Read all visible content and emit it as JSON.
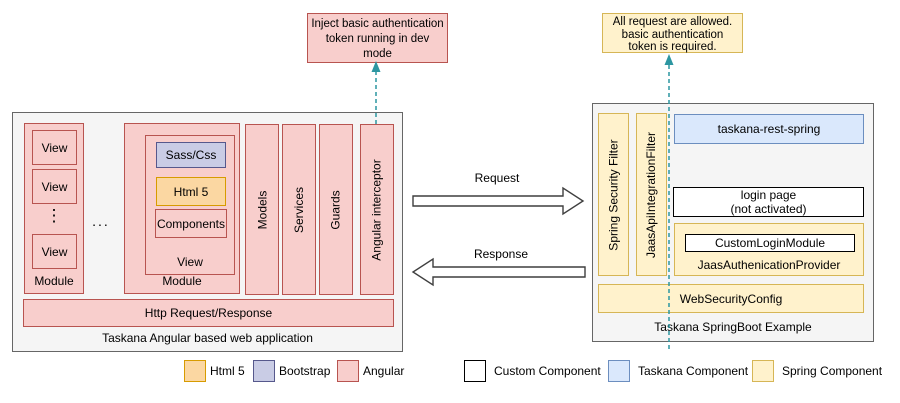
{
  "colors": {
    "angular_fill": "#f8cecc",
    "angular_stroke": "#b85450",
    "html5_fill": "#fbd7a2",
    "html5_stroke": "#d79b00",
    "bootstrap_fill": "#c9cce5",
    "bootstrap_stroke": "#56588c",
    "spring_fill": "#fff2cc",
    "spring_stroke": "#d6b656",
    "taskana_fill": "#dae8fc",
    "taskana_stroke": "#6c8ebf",
    "container_fill": "#f5f5f5",
    "container_stroke": "#666666",
    "dashed_arrow": "#2c96a1"
  },
  "callouts": {
    "dev_token": {
      "lines": [
        "Inject basic authentication",
        "token running in dev",
        "mode"
      ]
    },
    "auth_required": {
      "lines": [
        "All request are allowed.",
        "basic authentication",
        "token is required."
      ]
    }
  },
  "arrows": {
    "request": "Request",
    "response": "Response"
  },
  "angular_app": {
    "title": "Taskana Angular based web application",
    "http_bar": "Http Request/Response",
    "module_list": {
      "label": "Module",
      "views": [
        "View",
        "View",
        "View"
      ],
      "vertical_ellipsis": "⋮"
    },
    "modules_ellipsis": "...",
    "module_detail": {
      "label": "Module",
      "view": {
        "label": "View",
        "sass_css": "Sass/Css",
        "html5": "Html 5",
        "components": "Components"
      }
    },
    "columns": [
      "Models",
      "Services",
      "Guards",
      "Angular interceptor"
    ]
  },
  "springboot": {
    "title": "Taskana SpringBoot Example",
    "filters": [
      "Spring Security Filter",
      "JaasApiIntegrationFilter"
    ],
    "rest_spring": "taskana-rest-spring",
    "login_page": {
      "line1": "login page",
      "line2": "(not activated)"
    },
    "provider": {
      "label": "JaasAuthenicationProvider",
      "custom_login_module": "CustomLoginModule"
    },
    "web_security_config": "WebSecurityConfig"
  },
  "legend": {
    "items": [
      {
        "label": "Html 5",
        "fill": "#fbd7a2",
        "stroke": "#d79b00"
      },
      {
        "label": "Bootstrap",
        "fill": "#c9cce5",
        "stroke": "#56588c"
      },
      {
        "label": "Angular",
        "fill": "#f8cecc",
        "stroke": "#b85450"
      },
      {
        "label": "Custom Component",
        "fill": "#ffffff",
        "stroke": "#000000"
      },
      {
        "label": "Taskana Component",
        "fill": "#dae8fc",
        "stroke": "#6c8ebf"
      },
      {
        "label": "Spring Component",
        "fill": "#fff2cc",
        "stroke": "#d6b656"
      }
    ]
  }
}
